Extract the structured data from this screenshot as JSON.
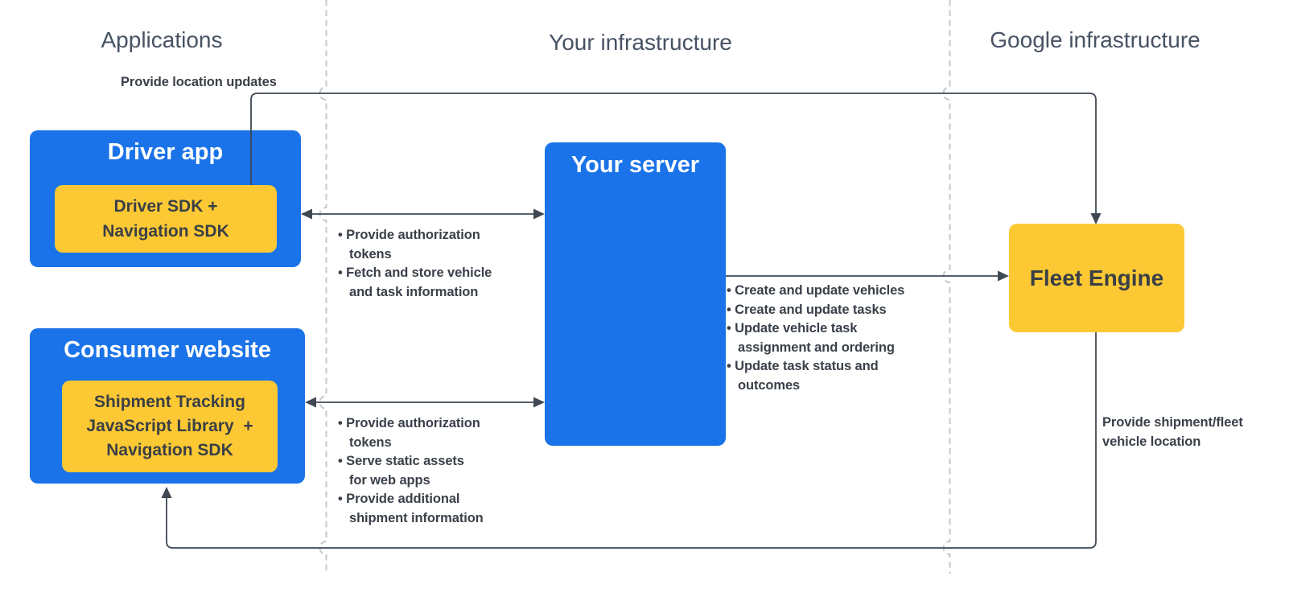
{
  "columns": [
    {
      "label": "Applications"
    },
    {
      "label": "Your infrastructure"
    },
    {
      "label": "Google infrastructure"
    }
  ],
  "nodes": {
    "driver_app": {
      "title": "Driver app",
      "sdk": "Driver SDK +\nNavigation SDK"
    },
    "consumer_website": {
      "title": "Consumer website",
      "sdk": "Shipment Tracking\nJavaScript Library  +\nNavigation SDK"
    },
    "your_server": {
      "title": "Your server"
    },
    "fleet_engine": {
      "title": "Fleet Engine"
    }
  },
  "edges": {
    "driver_to_fleet_label": "Provide location updates",
    "fleet_to_consumer_label": "Provide shipment/fleet\nvehicle location",
    "driver_server_bullets": [
      "• Provide authorization\ntokens",
      "• Fetch and store vehicle\nand task information"
    ],
    "server_fleet_bullets": [
      "• Create and update vehicles",
      "• Create and update tasks",
      "• Update vehicle task\nassignment and ordering",
      "• Update task status and\noutcomes"
    ],
    "consumer_server_bullets": [
      "• Provide authorization\ntokens",
      "• Serve static assets\nfor web apps",
      "• Provide additional\nshipment information"
    ]
  },
  "colors": {
    "box_blue": "#1a73e8",
    "box_yellow": "#fcc934",
    "connector": "#3f4853",
    "dashed_separator": "#c4c8cd",
    "text_dark": "#3a4049",
    "header_text": "#475263"
  }
}
